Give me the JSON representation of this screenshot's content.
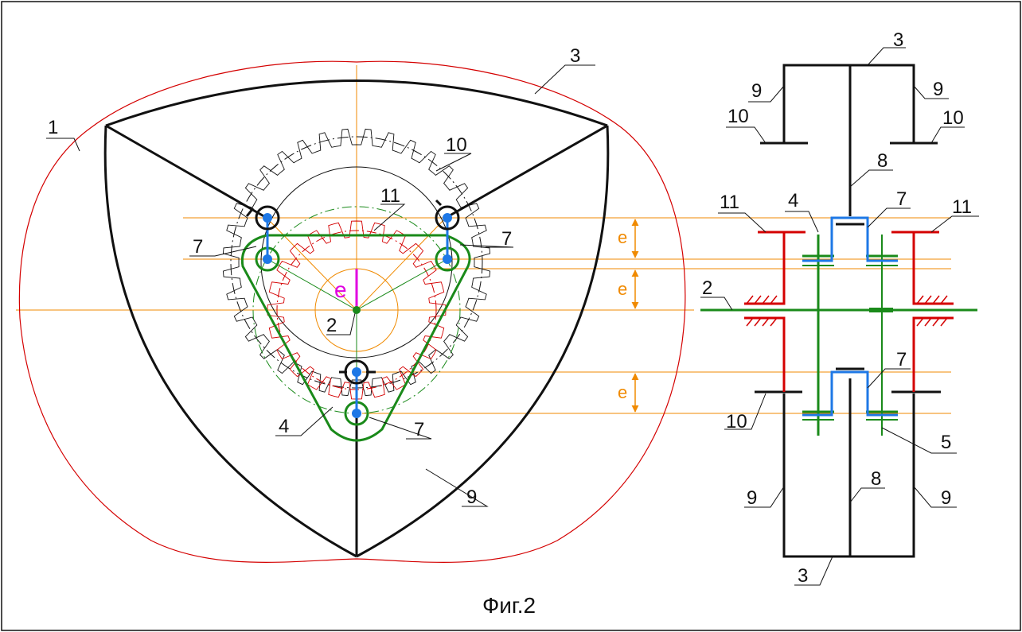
{
  "figure": {
    "caption": "Фиг.2",
    "eccentricity_label": "e",
    "colors": {
      "housing_contour": "#d40000",
      "rotor": "#111111",
      "eccentric_shaft": "#1a8a1a",
      "axes": "#f08a00",
      "crank_link": "#1e78e6",
      "eccentricity_mark": "#e000e0",
      "gear_10": "#111111",
      "gear_11": "#d40000"
    },
    "front_view_labels": {
      "housing": "1",
      "rotor": "3",
      "gear_outer": "10",
      "gear_inner": "11",
      "shaft": "2",
      "crank_left": "7",
      "crank_right": "7",
      "crank_bottom": "7",
      "carrier": "4",
      "rotor_body": "9"
    },
    "section_labels": {
      "rotor_top": "3",
      "wall_top_left": "9",
      "wall_top_right": "9",
      "gear_top_left": "10",
      "gear_top_right": "10",
      "link_top": "8",
      "gear_mid_left": "11",
      "carrier_top": "4",
      "crank_top": "7",
      "gear_mid_right": "11",
      "shaft": "2",
      "crank_bottom": "7",
      "gear_bottom_left": "10",
      "carrier_bottom": "5",
      "wall_bottom_left": "9",
      "link_bottom": "8",
      "wall_bottom_right": "9",
      "rotor_bottom": "3"
    }
  }
}
